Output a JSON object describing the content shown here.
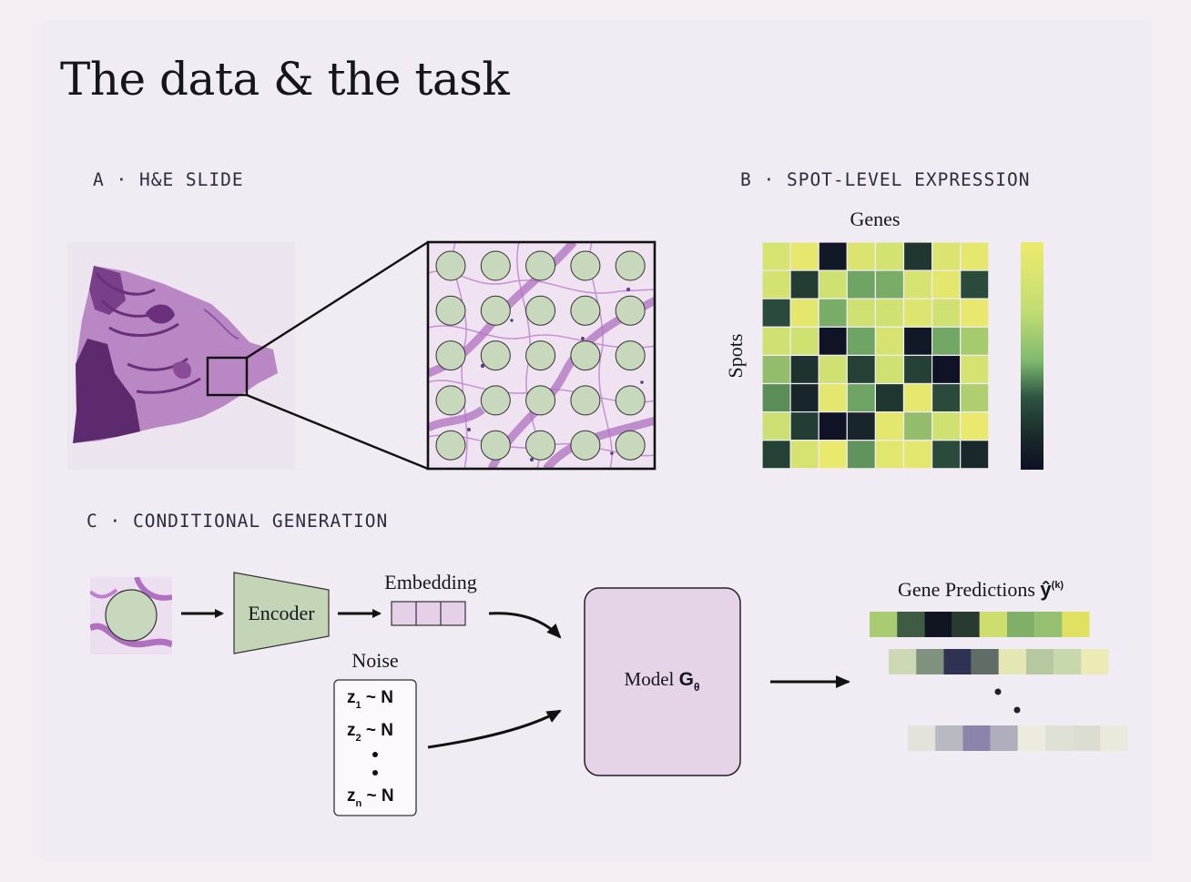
{
  "page_title": "The data & the task",
  "section_a": {
    "label": "A · H&E SLIDE"
  },
  "section_b": {
    "label": "B · SPOT-LEVEL EXPRESSION",
    "col_label": "Genes",
    "row_label": "Spots",
    "heatmap": [
      [
        0.88,
        0.96,
        0.05,
        0.9,
        0.86,
        0.2,
        0.9,
        0.96
      ],
      [
        0.86,
        0.22,
        0.84,
        0.55,
        0.58,
        0.88,
        0.95,
        0.28
      ],
      [
        0.28,
        0.95,
        0.58,
        0.84,
        0.84,
        0.92,
        0.84,
        0.97
      ],
      [
        0.85,
        0.84,
        0.02,
        0.55,
        0.88,
        0.05,
        0.56,
        0.7
      ],
      [
        0.65,
        0.18,
        0.84,
        0.24,
        0.84,
        0.24,
        0.02,
        0.88
      ],
      [
        0.48,
        0.12,
        0.95,
        0.55,
        0.2,
        0.96,
        0.28,
        0.72
      ],
      [
        0.82,
        0.22,
        0.02,
        0.12,
        0.95,
        0.65,
        0.84,
        0.98
      ],
      [
        0.24,
        0.88,
        0.98,
        0.5,
        0.94,
        0.95,
        0.28,
        0.14
      ]
    ]
  },
  "section_c": {
    "label": "C · CONDITIONAL GENERATION",
    "encoder_label": "Encoder",
    "embedding_label": "Embedding",
    "noise_label": "Noise",
    "noise_items": [
      {
        "var": "z",
        "sub": "1",
        "rest": " ~ N"
      },
      {
        "var": "z",
        "sub": "2",
        "rest": " ~ N"
      },
      {
        "var": "z",
        "sub": "n",
        "rest": " ~ N"
      }
    ],
    "model_label": "Model ",
    "model_symbol": "G",
    "model_sub": "θ",
    "predictions_label": "Gene Predictions ",
    "predictions_symbol": "ŷ",
    "predictions_sup": "(k)",
    "prediction_rows": [
      [
        "#a9cb72",
        "#3f5c42",
        "#111522",
        "#293a31",
        "#cddd6e",
        "#80b068",
        "#95c06f",
        "#e1e161"
      ],
      [
        "#ccd9b4",
        "#7f927d",
        "#2f3252",
        "#5f6d64",
        "#e4e7b3",
        "#b6c8a0",
        "#c6d8ac",
        "#eceab5"
      ],
      [
        "#e3e3dc",
        "#b9bac1",
        "#8d84ab",
        "#b0aebd",
        "#ecebdd",
        "#dfe0d6",
        "#dcdcd1",
        "#ebe9db"
      ]
    ]
  },
  "colors": {
    "background": "#f1ebf3",
    "spot_fill": "#c7d8bd",
    "encoder_fill": "#c4d5b7",
    "model_fill": "#e5d4e8",
    "embedding_fill": "#e5d0e8",
    "tissue": "#7a3f89"
  }
}
